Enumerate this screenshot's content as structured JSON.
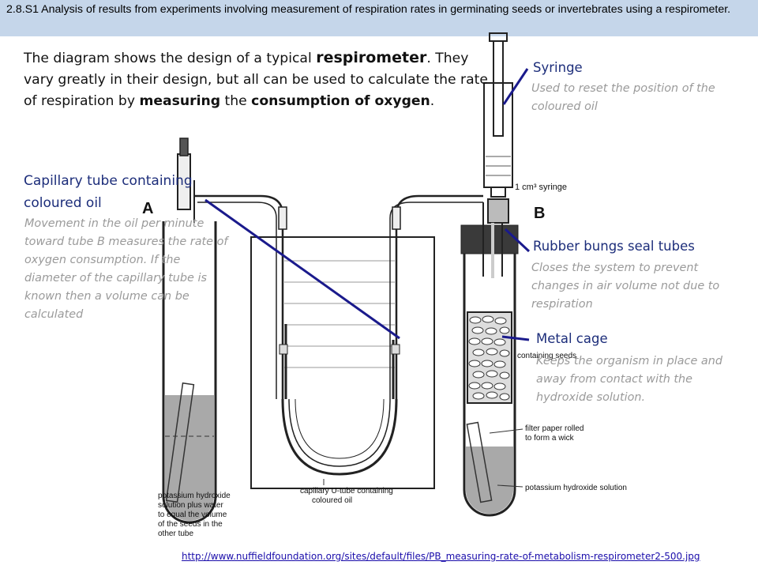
{
  "header": {
    "text": "2.8.S1 Analysis of results from experiments involving measurement of respiration rates in germinating seeds or invertebrates using a respirometer."
  },
  "intro": {
    "p1": "The diagram shows the design of a typical ",
    "b1": "respirometer",
    "p2": ". They vary greatly in their design, but all can be used to calculate the rate of respiration by ",
    "b2": "measuring",
    "p3": " the ",
    "b3": "consumption of oxygen",
    "p4": "."
  },
  "annotations": {
    "syringe": {
      "title": "Syringe",
      "desc": "Used to reset the position of the coloured oil"
    },
    "capillary": {
      "title": "Capillary tube containing coloured oil",
      "desc": "Movement in the oil per minute toward tube B measures the rate of oxygen consumption. If the diameter of the capillary tube is known then a volume can be calculated"
    },
    "bungs": {
      "title": "Rubber bungs seal tubes",
      "desc": "Closes the system to prevent changes in air volume not due to respiration"
    },
    "cage": {
      "title": "Metal cage",
      "desc": "Keeps the organism in place and away from contact with the hydroxide solution."
    }
  },
  "diagram": {
    "tube_a": "A",
    "tube_b": "B",
    "syringe_label": "1 cm³ syringe",
    "seeds_label_1": "containing seeds",
    "filter_1": "filter paper rolled",
    "filter_2": "to form a wick",
    "koh_b": "potassium hydroxide solution",
    "utube_1": "capillary U-tube containing",
    "utube_2": "coloured oil",
    "koh_a": [
      "potassium hydroxide",
      "solution plus water",
      "to equal the volume",
      "of the seeds in the",
      "other tube"
    ]
  },
  "source_link": "http://www.nuffieldfoundation.org/sites/default/files/PB_measuring-rate-of-metabolism-respirometer2-500.jpg",
  "colors": {
    "header_bg": "#c5d6ea",
    "label": "#1c2d7a",
    "desc": "#9a9a9a",
    "pointer": "#1a1a8c"
  }
}
